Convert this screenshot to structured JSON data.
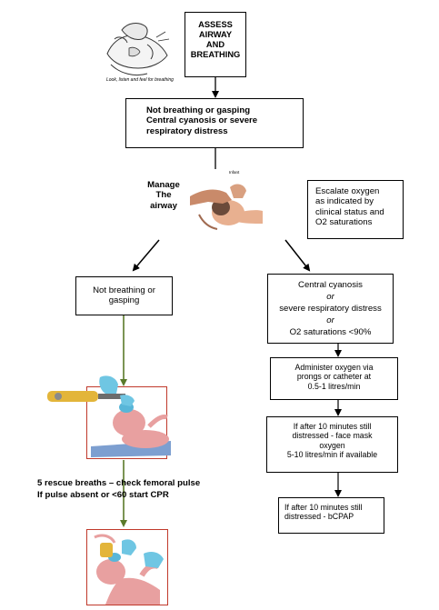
{
  "boxes": {
    "assess": "ASSESS\nAIRWAY\nAND\nBREATHING",
    "not_breathing_top": "Not breathing or gasping\nCentral cyanosis or severe\nrespiratory distress",
    "not_breathing_left": "Not breathing or\ngasping",
    "escalate": "Escalate oxygen\nas indicated by\nclinical status and\nO2 saturations",
    "cyanosis_line1": "Central cyanosis",
    "cyanosis_or1": "or",
    "cyanosis_line2": "severe respiratory distress",
    "cyanosis_or2": "or",
    "cyanosis_line3": "O2  saturations <90%",
    "administer": "Administer oxygen via\nprongs or catheter at\n0.5-1 litres/min",
    "face_mask": "If after 10 minutes still\ndistressed - face mask\noxygen\n5-10  litres/min if available",
    "bcpap": "If after 10 minutes still\ndistressed - bCPAP"
  },
  "labels": {
    "manage_airway": "Manage\nThe\nairway",
    "rescue_line1": "5 rescue breaths – check femoral pulse",
    "rescue_line2": "If pulse absent or <60 start CPR",
    "look_listen": "Look, listen and feel for breathing",
    "infant": "Infant"
  },
  "colors": {
    "green_arrow": "#5a7a2a",
    "red_frame": "#c0392b",
    "mask_blue": "#58b6d8",
    "glove_blue": "#6fc6e3",
    "bag_yellow": "#e3b53a",
    "skin": "#e8a0a0",
    "sheet_blue": "#7d9fd0"
  },
  "icons": {
    "look_listen": "look-listen-feel-illustration",
    "manage_airway": "head-tilt-chin-lift-illustration",
    "bag_mask": "bag-mask-ventilation-illustration",
    "cpr": "infant-cpr-illustration"
  }
}
